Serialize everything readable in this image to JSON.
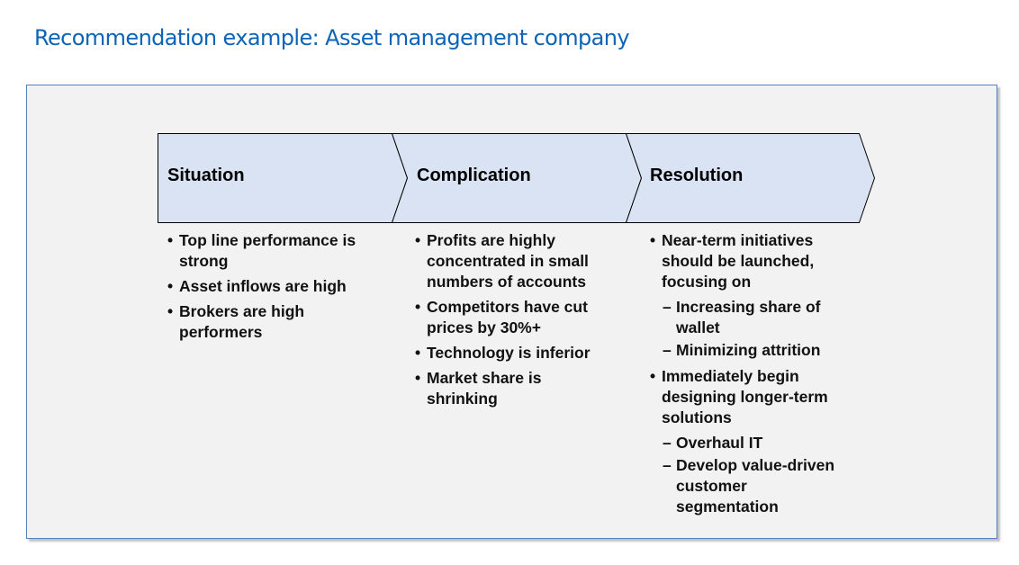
{
  "title": "Recommendation example: Asset management company",
  "colors": {
    "title": "#0b64b8",
    "chevron_fill": "#dae3f3",
    "panel_bg": "#f2f2f2",
    "panel_border": "#5b7fc0"
  },
  "stages": [
    {
      "label": "Situation",
      "items": [
        {
          "text": "Top line performance is strong",
          "level": 1
        },
        {
          "text": "Asset inflows are high",
          "level": 1
        },
        {
          "text": "Brokers are high performers",
          "level": 1
        }
      ]
    },
    {
      "label": "Complication",
      "items": [
        {
          "text": "Profits are highly concentrated in small numbers of accounts",
          "level": 1
        },
        {
          "text": "Competitors have cut prices by 30%+",
          "level": 1
        },
        {
          "text": "Technology is inferior",
          "level": 1
        },
        {
          "text": "Market share is shrinking",
          "level": 1
        }
      ]
    },
    {
      "label": "Resolution",
      "items": [
        {
          "text": "Near-term initiatives should be launched, focusing on",
          "level": 1
        },
        {
          "text": "Increasing share of wallet",
          "level": 2
        },
        {
          "text": "Minimizing attrition",
          "level": 2
        },
        {
          "text": "Immediately begin designing longer-term solutions",
          "level": 1
        },
        {
          "text": "Overhaul IT",
          "level": 2
        },
        {
          "text": "Develop value-driven customer segmentation",
          "level": 2
        }
      ]
    }
  ]
}
